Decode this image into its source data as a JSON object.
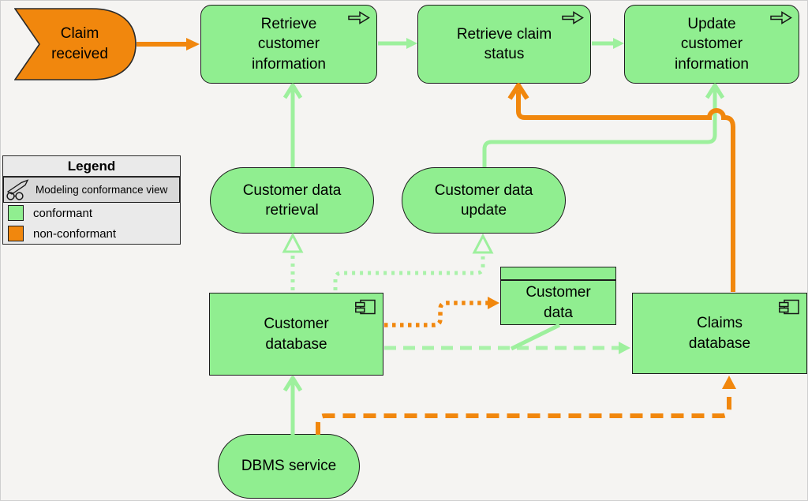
{
  "colors": {
    "conformant_fill": "#90ee90",
    "non_conformant": "#f1870d",
    "conformant_line": "#9df09d",
    "conformant_line_light": "#a9f2a9",
    "background": "#f5f4f2",
    "legend_background": "#eaeaea",
    "legend_row_background": "#d8d8d8",
    "shape_border": "#1d1d1d"
  },
  "legend": {
    "title": "Legend",
    "viewpoint_label": "Modeling conformance view",
    "viewpoint_icon": "viewpoint-glasses-icon",
    "entries": [
      {
        "label": "conformant",
        "color": "#90ee90"
      },
      {
        "label": "non-conformant",
        "color": "#f1870d"
      }
    ]
  },
  "nodes": {
    "claim_received": {
      "label": "Claim received",
      "type": "event",
      "status": "non-conformant"
    },
    "retrieve_customer_information": {
      "label": "Retrieve customer information",
      "type": "process",
      "icon": "process-arrow-icon"
    },
    "retrieve_claim_status": {
      "label": "Retrieve claim status",
      "type": "process",
      "icon": "process-arrow-icon"
    },
    "update_customer_information": {
      "label": "Update customer information",
      "type": "process",
      "icon": "process-arrow-icon"
    },
    "customer_data_retrieval": {
      "label": "Customer data retrieval",
      "type": "service"
    },
    "customer_data_update": {
      "label": "Customer data update",
      "type": "service"
    },
    "customer_database": {
      "label": "Customer database",
      "type": "component",
      "icon": "component-icon"
    },
    "claims_database": {
      "label": "Claims database",
      "type": "component",
      "icon": "component-icon"
    },
    "customer_data": {
      "label": "Customer data",
      "type": "object"
    },
    "dbms_service": {
      "label": "DBMS service",
      "type": "service"
    }
  }
}
